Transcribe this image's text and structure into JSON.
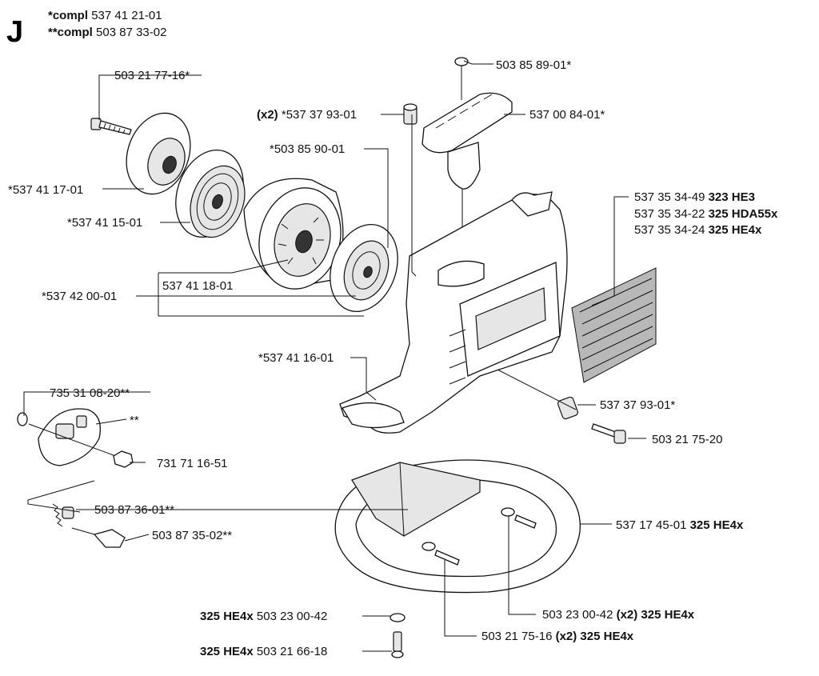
{
  "section_letter": "J",
  "header": {
    "compl1": {
      "prefix": "*compl",
      "number": "537 41 21-01"
    },
    "compl2": {
      "prefix": "**compl",
      "number": "503 87 33-02"
    }
  },
  "callouts": [
    {
      "id": "c1",
      "pre": "",
      "text": "503 85 89-01*",
      "post": ""
    },
    {
      "id": "c2",
      "pre": "(x2)",
      "text": " *537 37 93-01",
      "post": ""
    },
    {
      "id": "c3",
      "pre": "",
      "text": "537 00 84-01*",
      "post": ""
    },
    {
      "id": "c4",
      "pre": "",
      "text": "503 21 77-16*",
      "post": ""
    },
    {
      "id": "c5",
      "pre": "",
      "text": "*503 85 90-01",
      "post": ""
    },
    {
      "id": "c6",
      "pre": "",
      "text": "*537 41 17-01",
      "post": ""
    },
    {
      "id": "c7",
      "pre": "",
      "text": "*537 41 15-01",
      "post": ""
    },
    {
      "id": "c8",
      "pre": "",
      "text": "537 35 34-49 ",
      "post": "323 HE3"
    },
    {
      "id": "c9",
      "pre": "",
      "text": "537 35 34-22 ",
      "post": "325 HDA55x"
    },
    {
      "id": "c10",
      "pre": "",
      "text": "537 35 34-24 ",
      "post": "325 HE4x"
    },
    {
      "id": "c11",
      "pre": "",
      "text": "537 41 18-01",
      "post": ""
    },
    {
      "id": "c12",
      "pre": "",
      "text": "*537 42 00-01",
      "post": ""
    },
    {
      "id": "c13",
      "pre": "",
      "text": "*537 41 16-01",
      "post": ""
    },
    {
      "id": "c14",
      "pre": "",
      "text": "735 31 08-20**",
      "post": ""
    },
    {
      "id": "c15",
      "pre": "",
      "text": "**",
      "post": ""
    },
    {
      "id": "c16",
      "pre": "",
      "text": "537 37 93-01*",
      "post": ""
    },
    {
      "id": "c17",
      "pre": "",
      "text": "731 71 16-51",
      "post": ""
    },
    {
      "id": "c18",
      "pre": "",
      "text": "503 21 75-20",
      "post": ""
    },
    {
      "id": "c19",
      "pre": "",
      "text": "503 87 36-01**",
      "post": ""
    },
    {
      "id": "c20",
      "pre": "",
      "text": "503 87 35-02**",
      "post": ""
    },
    {
      "id": "c21",
      "pre": "",
      "text": "537 17 45-01 ",
      "post": "325 HE4x"
    },
    {
      "id": "c22",
      "pre": "325 HE4x",
      "text": " 503 23 00-42",
      "post": ""
    },
    {
      "id": "c23",
      "pre": "",
      "text": "503 23 00-42 ",
      "post": "(x2) 325 HE4x"
    },
    {
      "id": "c24",
      "pre": "",
      "text": "503 21 75-16 ",
      "post": "(x2) 325 HE4x"
    },
    {
      "id": "c25",
      "pre": "325 HE4x",
      "text": " 503 21 66-18",
      "post": ""
    }
  ]
}
